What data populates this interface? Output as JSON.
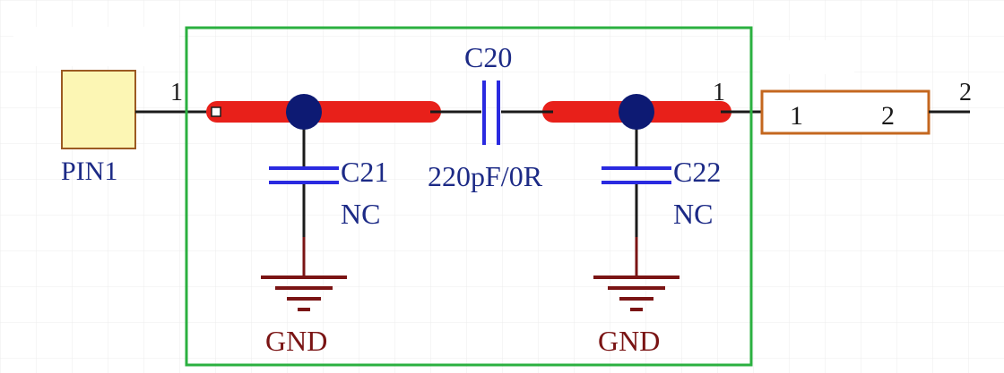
{
  "colors": {
    "background": "#ffffff",
    "grid": "#ececec",
    "wire": "#1a1a1a",
    "highlight": "#e8201a",
    "junction": "#0d1a73",
    "capacitor": "#2a2ae0",
    "component_text": "#1c2a86",
    "ground": "#7a1414",
    "ground_text": "#7a1414",
    "frame": "#2bb040",
    "pin_fill": "#fcf6b4",
    "pin_border": "#9b5a22",
    "resistor_border": "#c4671f"
  },
  "pin": {
    "name": "PIN1",
    "pin_number": "1"
  },
  "capacitors": {
    "c20": {
      "designator": "C20",
      "value": "220pF/0R"
    },
    "c21": {
      "designator": "C21",
      "value": "NC"
    },
    "c22": {
      "designator": "C22",
      "value": "NC"
    }
  },
  "grounds": {
    "left": "GND",
    "right": "GND"
  },
  "net": {
    "right_pin_number": "1"
  },
  "resistor": {
    "pin1": "1",
    "pin2": "2",
    "outer_pin": "2"
  }
}
